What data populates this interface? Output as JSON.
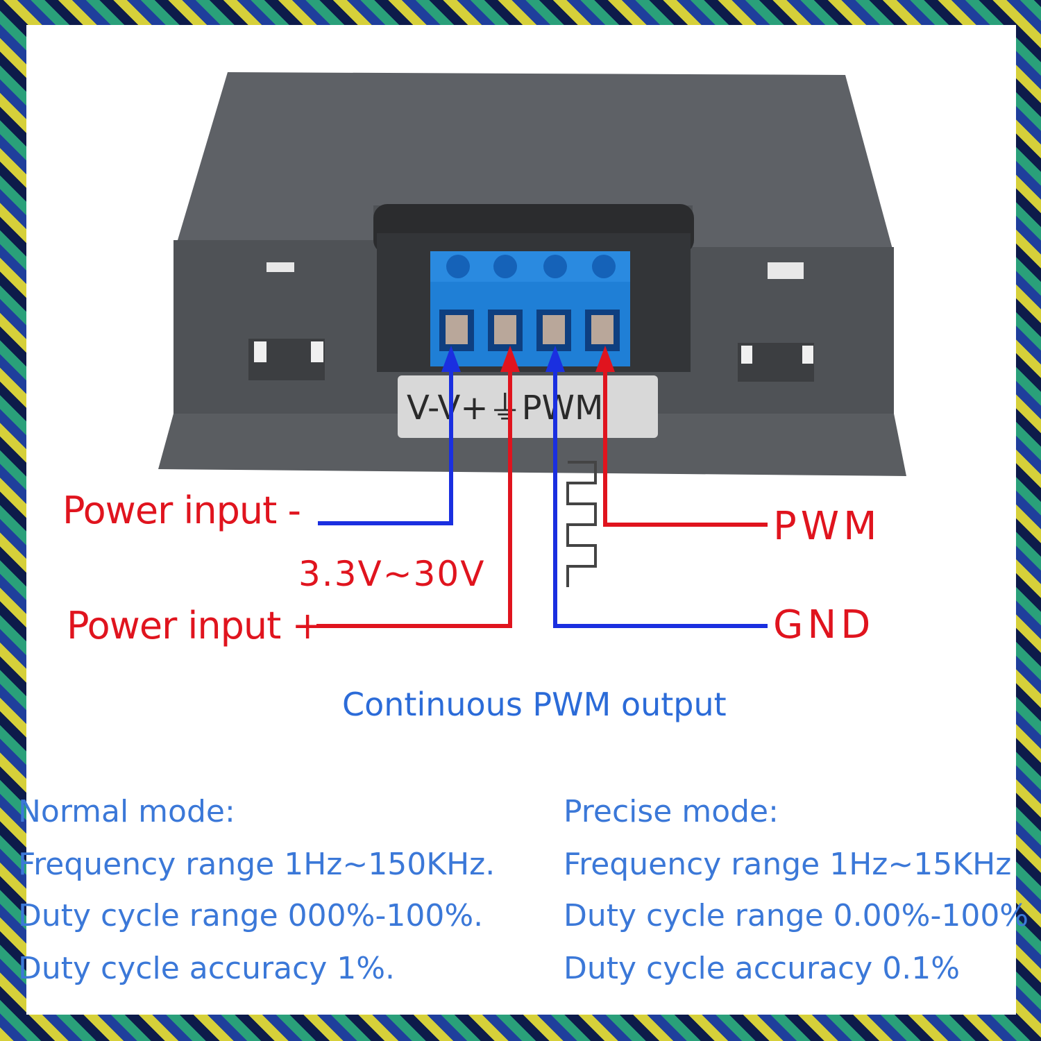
{
  "terminal": {
    "pin_labels": "V-V+⏚PWM"
  },
  "wiring": {
    "power_minus": "Power input -",
    "voltage_range": "3.3V~30V",
    "power_plus": "Power input +",
    "pwm": "PWM",
    "gnd": "GND",
    "caption": "Continuous PWM output"
  },
  "normal_mode": {
    "heading": "Normal mode:",
    "frequency": "Frequency range 1Hz~150KHz.",
    "duty_range": "Duty cycle range 000%-100%.",
    "accuracy": "Duty cycle accuracy 1%."
  },
  "precise_mode": {
    "heading": "Precise mode:",
    "frequency": "Frequency range 1Hz~15KHz",
    "duty_range": "Duty cycle range 0.00%-100%",
    "accuracy": "Duty cycle accuracy 0.1%"
  },
  "colors": {
    "red_wire": "#e0141e",
    "blue_wire": "#1a2fe0",
    "terminal_block": "#1f7fd6",
    "housing": "#55585c",
    "spec_text": "#3b78d8"
  }
}
